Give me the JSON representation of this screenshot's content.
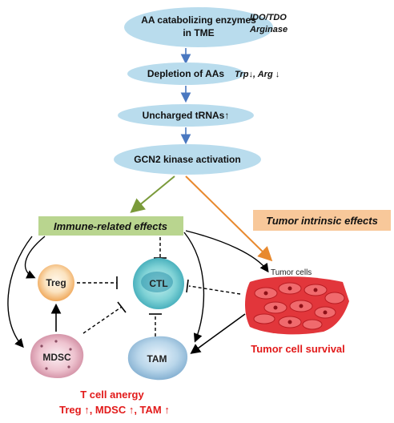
{
  "pathway": {
    "enzymes": {
      "line1": "AA catabolizing enzymes",
      "line2": "in TME",
      "note1": "IDO/TDO",
      "note2": "Arginase"
    },
    "depletion": {
      "label": "Depletion of AAs",
      "note": "Trp↓, Arg ↓"
    },
    "trna": {
      "label": "Uncharged tRNAs↑"
    },
    "gcn2": {
      "label": "GCN2 kinase activation"
    }
  },
  "effects": {
    "immune": "Immune-related effects",
    "tumor": "Tumor intrinsic effects"
  },
  "cells": {
    "treg": "Treg",
    "ctl": "CTL",
    "mdsc": "MDSC",
    "tam": "TAM",
    "tumor_cells": "Tumor cells"
  },
  "outcomes": {
    "anergy_title": "T cell anergy",
    "anergy_detail": "Treg ↑, MDSC ↑, TAM ↑",
    "survival": "Tumor cell survival"
  },
  "colors": {
    "ellipse": "#b9dced",
    "immune_box": "#b9d58f",
    "tumor_box": "#f8c89a",
    "green_arrow": "#7a9a3a",
    "orange_arrow": "#e8892e",
    "blue_arrow": "#4a78c0",
    "red_text": "#e21a1a"
  }
}
